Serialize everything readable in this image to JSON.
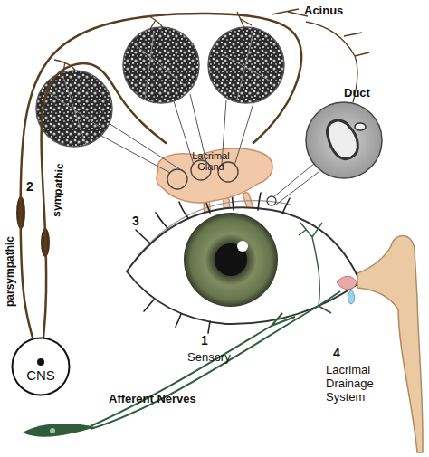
{
  "diagram": {
    "nodes": [
      {
        "text": [
          "CNS"
        ]
      },
      {
        "text": [
          "Lacrimal Gland"
        ]
      }
    ],
    "edges": [
      {
        "from": 0,
        "to": 1,
        "arrow": "none",
        "label": "parsympathic"
      },
      {
        "from": 0,
        "to": 1,
        "arrow": "none",
        "label": "sympathic"
      }
    ],
    "labels": [
      "Acinus",
      "Duct",
      "2",
      "3",
      "1",
      "Sensory",
      "Afferent Nerves",
      "4",
      "Lacrimal Drainage System"
    ]
  }
}
